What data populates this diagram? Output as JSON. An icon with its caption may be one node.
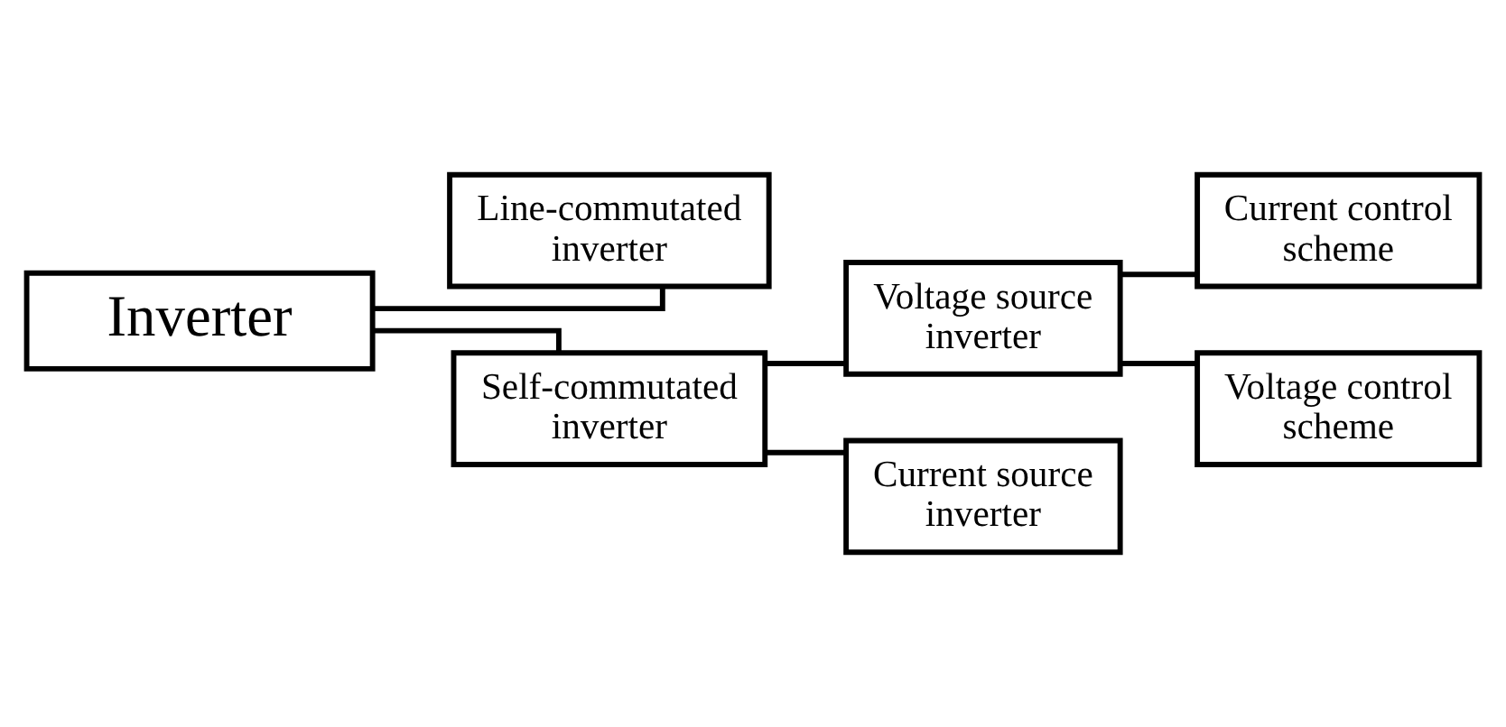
{
  "diagram": {
    "nodes": [
      {
        "text": [
          "Inverter"
        ]
      },
      {
        "text": [
          "Line-commutated inverter"
        ]
      },
      {
        "text": [
          "Self-commutated inverter"
        ]
      },
      {
        "text": [
          "Voltage source inverter"
        ]
      },
      {
        "text": [
          "Current control scheme"
        ]
      },
      {
        "text": [
          "Voltage control scheme"
        ]
      },
      {
        "text": [
          "Current source inverter"
        ]
      }
    ],
    "edges": [
      {
        "from": 0,
        "to": 1,
        "arrow": "none"
      },
      {
        "from": 0,
        "to": 2,
        "arrow": "none"
      },
      {
        "from": 2,
        "to": 3,
        "arrow": "none"
      },
      {
        "from": 2,
        "to": 6,
        "arrow": "none"
      },
      {
        "from": 3,
        "to": 4,
        "arrow": "none"
      },
      {
        "from": 3,
        "to": 5,
        "arrow": "none"
      }
    ]
  }
}
